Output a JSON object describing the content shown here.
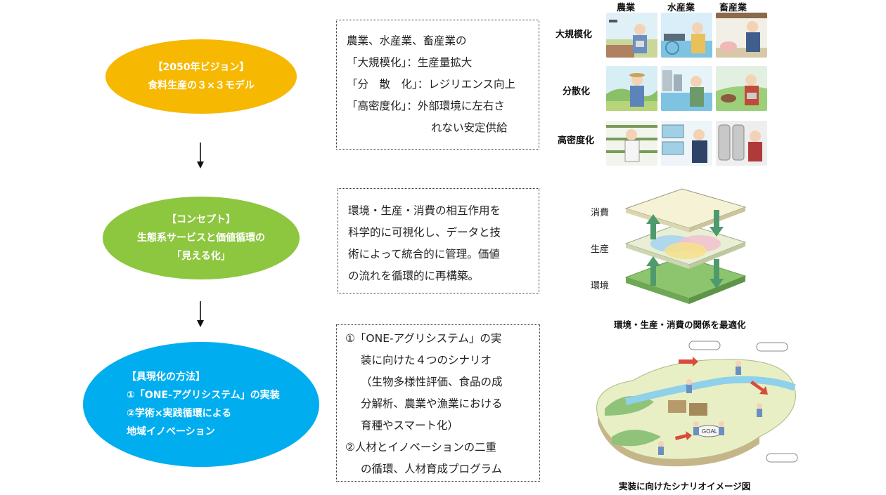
{
  "vision": {
    "lines": [
      "【2050年ビジョン】",
      "食料生産の３×３モデル"
    ],
    "color": "#F6B800"
  },
  "concept": {
    "lines": [
      "【コンセプト】",
      "生態系サービスと価値循環の",
      "「見える化」"
    ],
    "color": "#8DC63F"
  },
  "method": {
    "lines": [
      "【具現化の方法】",
      "①「ONE-アグリシステム」の実装",
      "②学術×実践循環による",
      "地域イノベーション"
    ],
    "color": "#00AEEF"
  },
  "box1": {
    "lines": [
      "農業、水産業、畜産業の",
      "「大規模化」：生産量拡大",
      "「分　散　化」：レジリエンス向上",
      "「高密度化」：外部環境に左右さ",
      "れない安定供給"
    ]
  },
  "box2": {
    "lines": [
      "環境・生産・消費の相互作用を",
      "科学的に可視化し、データと技",
      "術によって統合的に管理。価値",
      "の流れを循環的に再構築。"
    ]
  },
  "box3": {
    "lines": [
      "①「ONE-アグリシステム」の実",
      "装に向けた４つのシナリオ",
      "（生物多様性評価、食品の成",
      "分解析、農業や漁業における",
      "育種やスマート化）",
      "②人材とイノベーションの二重",
      "の循環、人材育成プログラム"
    ]
  },
  "grid": {
    "columns": [
      "農業",
      "水産業",
      "畜産業"
    ],
    "rows": [
      "大規模化",
      "分散化",
      "高密度化"
    ]
  },
  "layers": {
    "labels": [
      "消費",
      "生産",
      "環境"
    ],
    "caption": "環境・生産・消費の関係を最適化"
  },
  "scenario": {
    "goal_label": "GOAL",
    "caption": "実装に向けたシナリオイメージ図"
  }
}
